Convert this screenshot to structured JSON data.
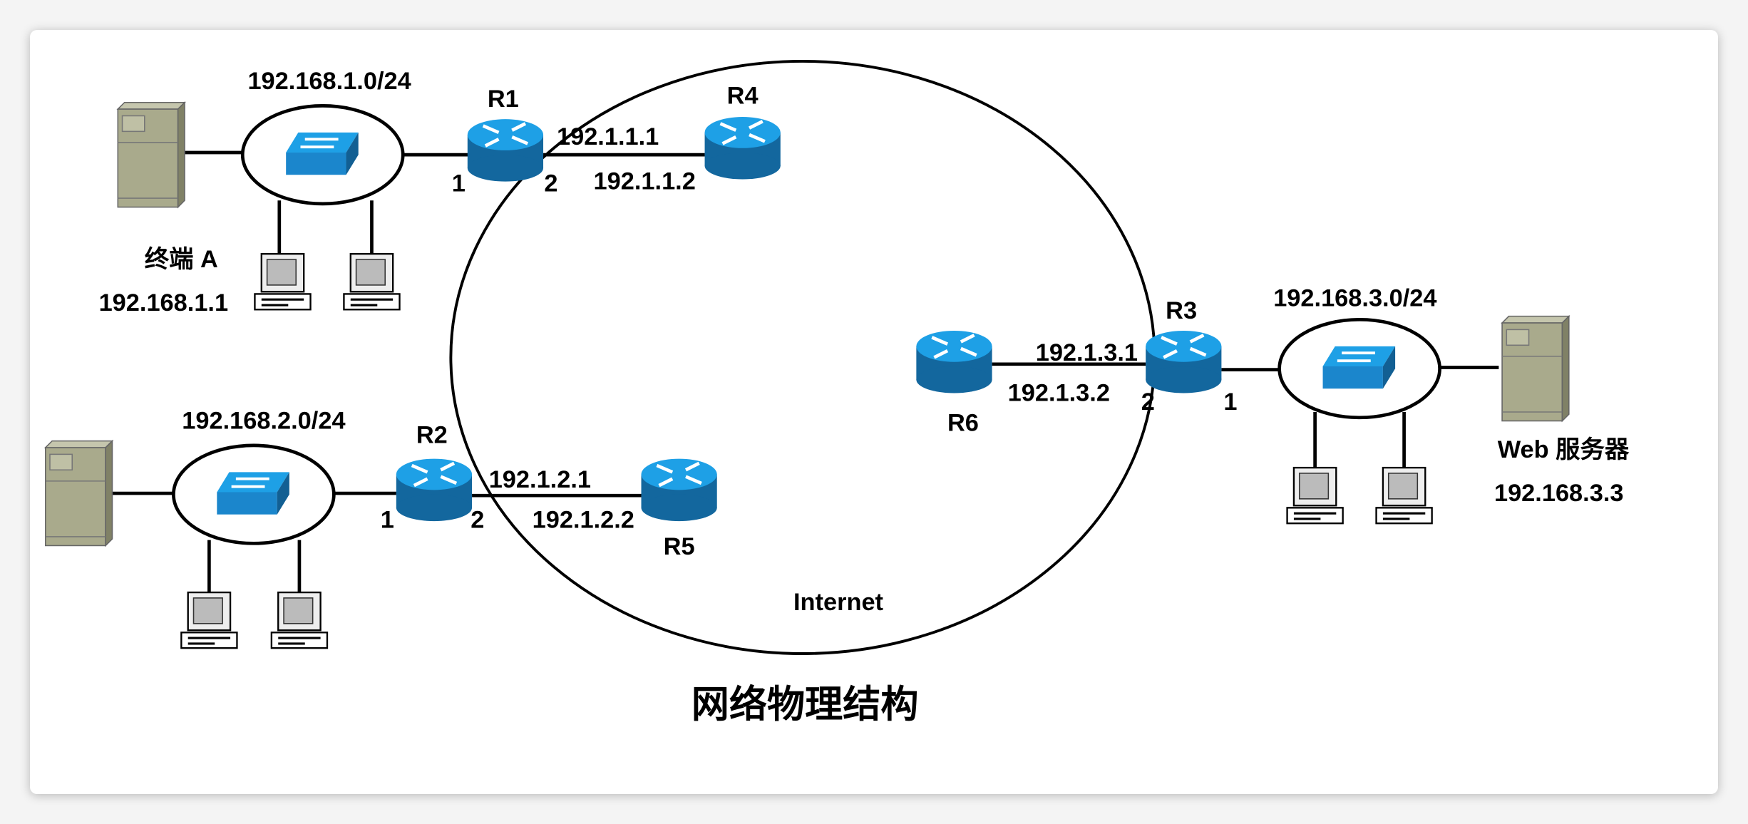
{
  "title": "网络物理结构",
  "cloud_label": "Internet",
  "lans": [
    {
      "subnet": "192.168.1.0/24",
      "host_name": "终端 A",
      "host_ip": "192.168.1.1"
    },
    {
      "subnet": "192.168.2.0/24"
    },
    {
      "subnet": "192.168.3.0/24",
      "host_name": "Web 服务器",
      "host_ip": "192.168.3.3"
    }
  ],
  "routers": {
    "r1": "R1",
    "r2": "R2",
    "r3": "R3",
    "r4": "R4",
    "r5": "R5",
    "r6": "R6"
  },
  "links": {
    "r1_r4": {
      "a_ip": "192.1.1.1",
      "b_ip": "192.1.1.2"
    },
    "r2_r5": {
      "a_ip": "192.1.2.1",
      "b_ip": "192.1.2.2"
    },
    "r3_r6": {
      "a_ip": "192.1.3.1",
      "b_ip": "192.1.3.2"
    }
  },
  "ports": {
    "r1_p1": "1",
    "r1_p2": "2",
    "r2_p1": "1",
    "r2_p2": "2",
    "r3_p1": "1",
    "r3_p2": "2"
  },
  "colors": {
    "router_top": "#1ea0e6",
    "router_body": "#13679e",
    "switch": "#1b86cc",
    "server": "#a9aa8c"
  }
}
